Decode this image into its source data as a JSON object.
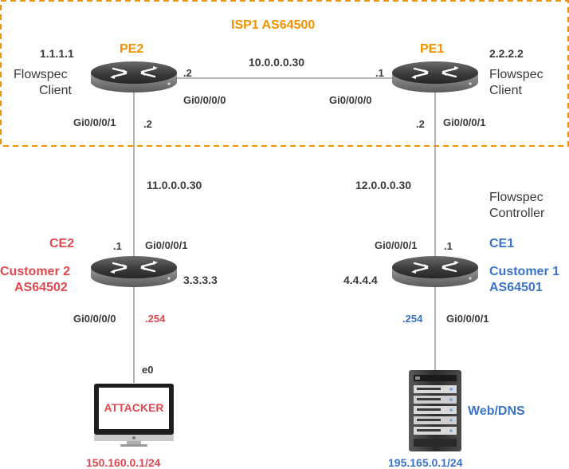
{
  "isp": {
    "title": "ISP1 AS64500"
  },
  "pe2": {
    "name": "PE2",
    "router_id": "1.1.1.1",
    "role_line1": "Flowspec",
    "role_line2": "Client",
    "if_core": "Gi0/0/0/0",
    "if_core_ip": ".2",
    "if_down": "Gi0/0/0/1",
    "if_down_ip": ".2"
  },
  "pe1": {
    "name": "PE1",
    "router_id": "2.2.2.2",
    "role_line1": "Flowspec",
    "role_line2": "Client",
    "if_core": "Gi0/0/0/0",
    "if_core_ip": ".1",
    "if_down": "Gi0/0/0/1",
    "if_down_ip": ".2"
  },
  "links": {
    "core": "10.0.0.0.30",
    "left": "11.0.0.0.30",
    "right": "12.0.0.0.30"
  },
  "controller": {
    "line1": "Flowspec",
    "line2": "Controller"
  },
  "ce2": {
    "name": "CE2",
    "customer_line1": "Customer 2",
    "customer_line2": "AS64502",
    "router_id": "3.3.3.3",
    "if_up": "Gi0/0/0/1",
    "if_up_ip": ".1",
    "if_down": "Gi0/0/0/0",
    "if_down_ip": ".254"
  },
  "ce1": {
    "name": "CE1",
    "customer_line1": "Customer 1",
    "customer_line2": "AS64501",
    "router_id": "4.4.4.4",
    "if_up": "Gi0/0/0/1",
    "if_up_ip": ".1",
    "if_down": "Gi0/0/0/1",
    "if_down_ip": ".254"
  },
  "attacker": {
    "label": "ATTACKER",
    "interface": "e0",
    "subnet": "150.160.0.1/24"
  },
  "server": {
    "label": "Web/DNS",
    "subnet": "195.165.0.1/24"
  },
  "icons": {
    "router": "router-icon",
    "monitor": "monitor-icon",
    "server": "server-icon"
  },
  "colors": {
    "isp_border": "#f39200",
    "customer2": "#e0484f",
    "customer1": "#3a73c7",
    "text": "#3a3a3a"
  }
}
